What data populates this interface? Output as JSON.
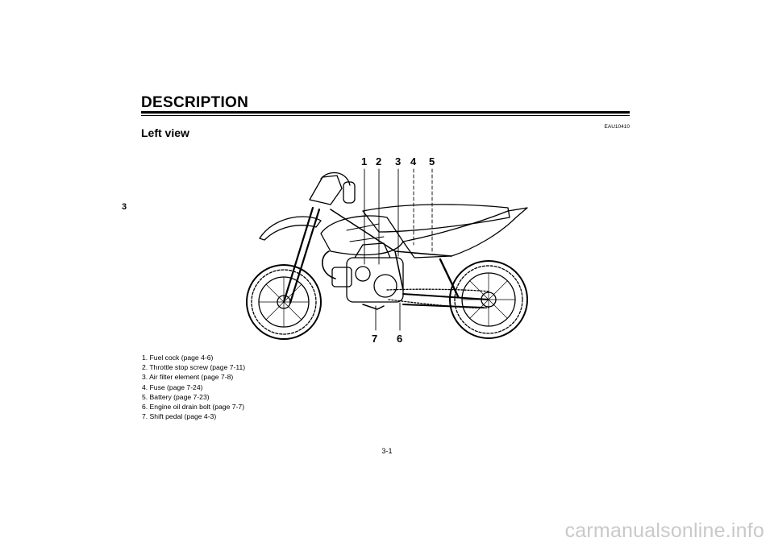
{
  "header": {
    "title": "DESCRIPTION"
  },
  "chapter_tab": "3",
  "section": {
    "code": "EAU10410",
    "title": "Left view"
  },
  "callouts": [
    "1",
    "2",
    "3",
    "4",
    "5",
    "6",
    "7"
  ],
  "legend": [
    "1. Fuel cock (page 4-6)",
    "2. Throttle stop screw (page 7-11)",
    "3. Air filter element (page 7-8)",
    "4. Fuse (page 7-24)",
    "5. Battery (page 7-23)",
    "6. Engine oil drain bolt (page 7-7)",
    "7. Shift pedal (page 4-3)"
  ],
  "footer": {
    "page_number": "3-1"
  },
  "watermark": "carmanualsonline.info"
}
